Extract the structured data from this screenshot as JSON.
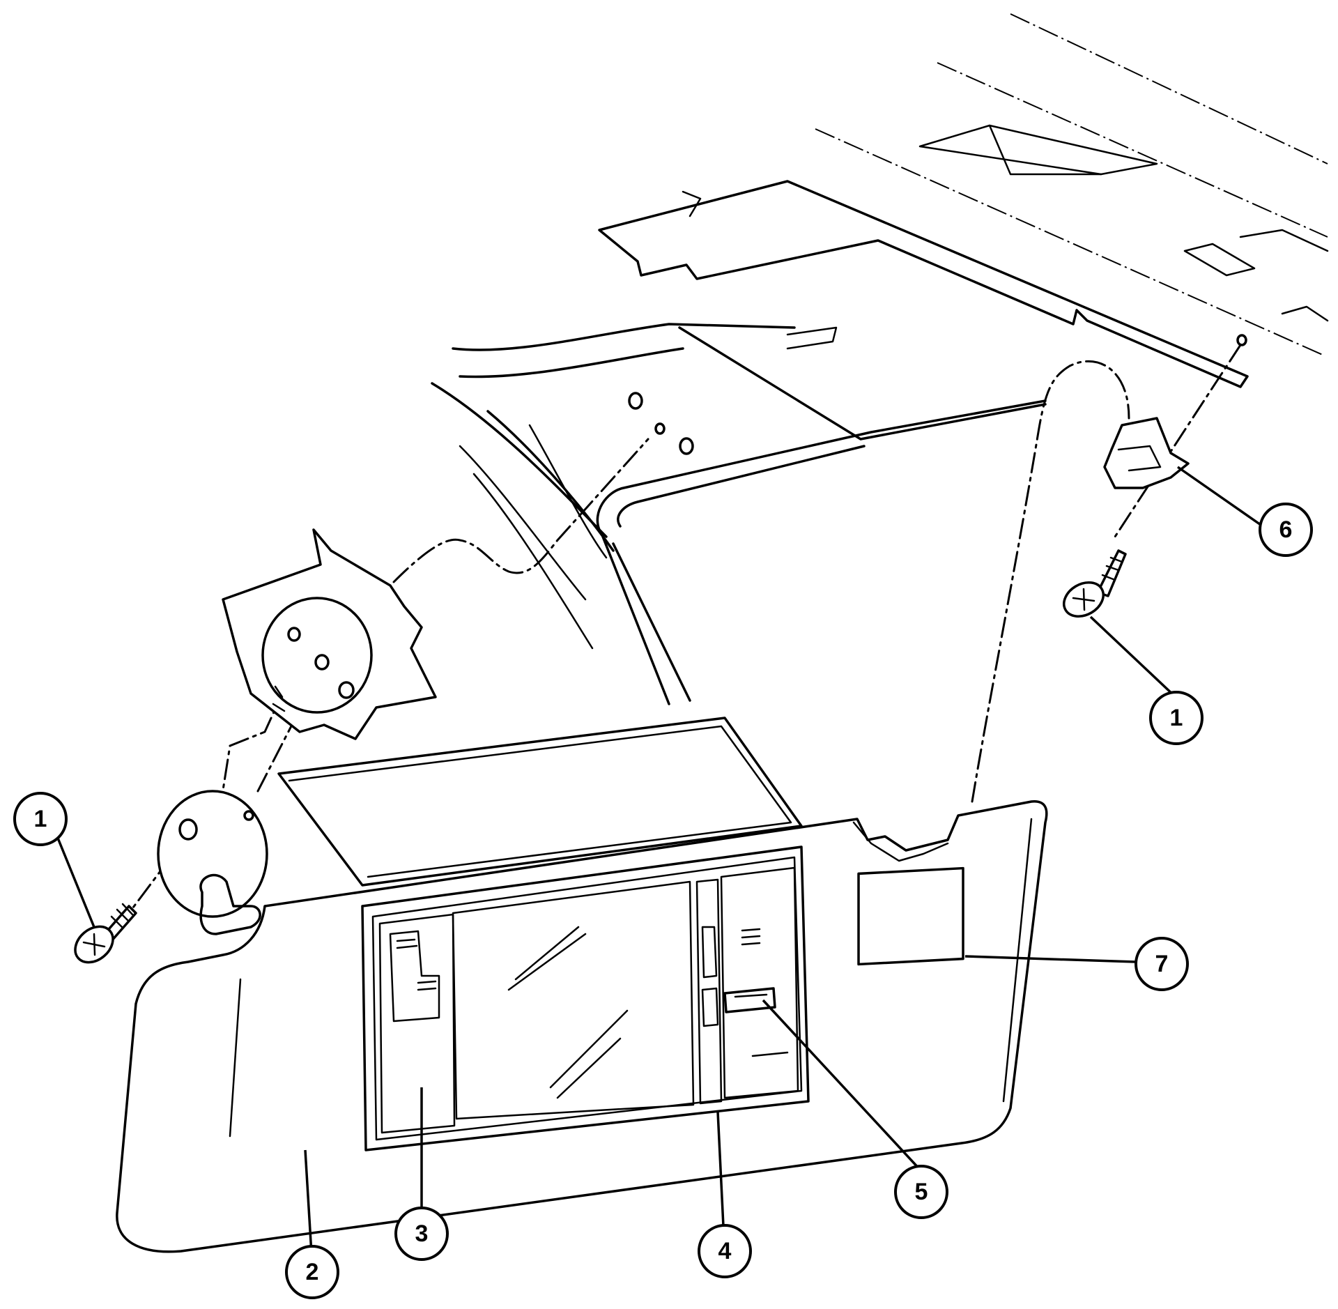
{
  "callouts": [
    {
      "id": "c1a",
      "label": "1"
    },
    {
      "id": "c1b",
      "label": "1"
    },
    {
      "id": "c2",
      "label": "2"
    },
    {
      "id": "c3",
      "label": "3"
    },
    {
      "id": "c4",
      "label": "4"
    },
    {
      "id": "c5",
      "label": "5"
    },
    {
      "id": "c6",
      "label": "6"
    },
    {
      "id": "c7",
      "label": "7"
    }
  ]
}
